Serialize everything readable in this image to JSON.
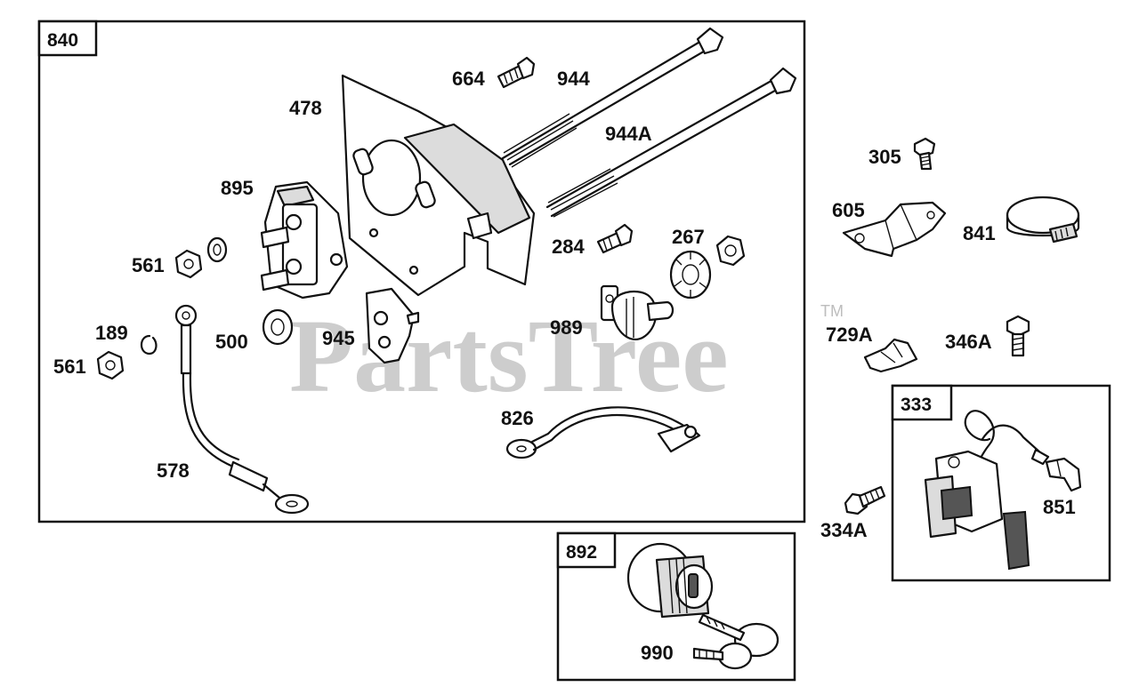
{
  "watermark": {
    "text": "PartsTree",
    "trademark": "TM"
  },
  "boxes": {
    "b840": "840",
    "b892": "892",
    "b333": "333"
  },
  "labels": {
    "p664": "664",
    "p944": "944",
    "p944a": "944A",
    "p478": "478",
    "p895": "895",
    "p561a": "561",
    "p561b": "561",
    "p189": "189",
    "p500": "500",
    "p945": "945",
    "p578": "578",
    "p284": "284",
    "p267": "267",
    "p989": "989",
    "p826": "826",
    "p305": "305",
    "p605": "605",
    "p841": "841",
    "p729a": "729A",
    "p346a": "346A",
    "p334a": "334A",
    "p851": "851",
    "p990": "990"
  }
}
